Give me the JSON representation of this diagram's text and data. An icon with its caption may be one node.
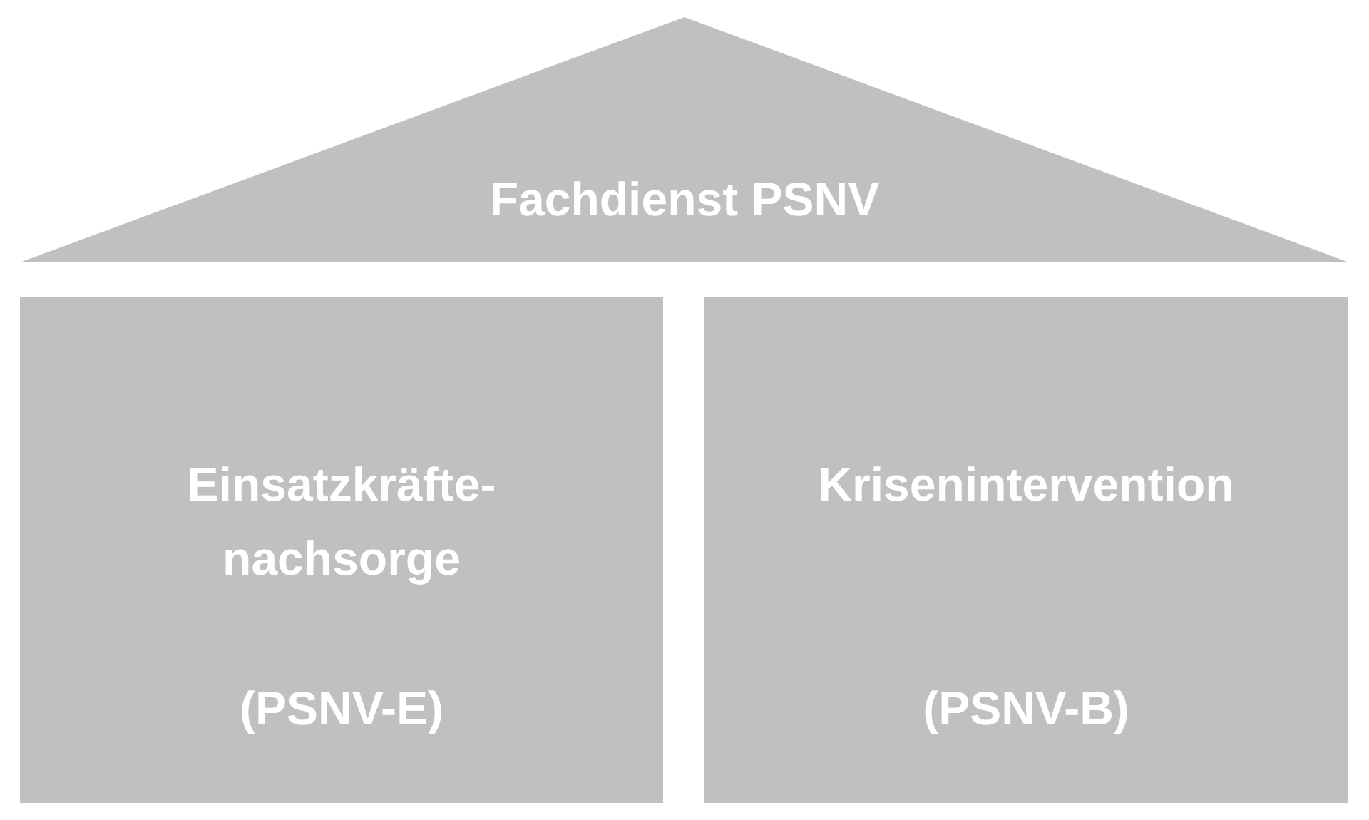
{
  "diagram": {
    "nodes": [
      {
        "text": [
          "Fachdienst PSNV"
        ]
      },
      {
        "text": [
          "Einsatzkräfte- nachsorge",
          "(PSNV-E)"
        ]
      },
      {
        "text": [
          "Krisenintervention",
          "(PSNV-B)"
        ]
      }
    ]
  }
}
